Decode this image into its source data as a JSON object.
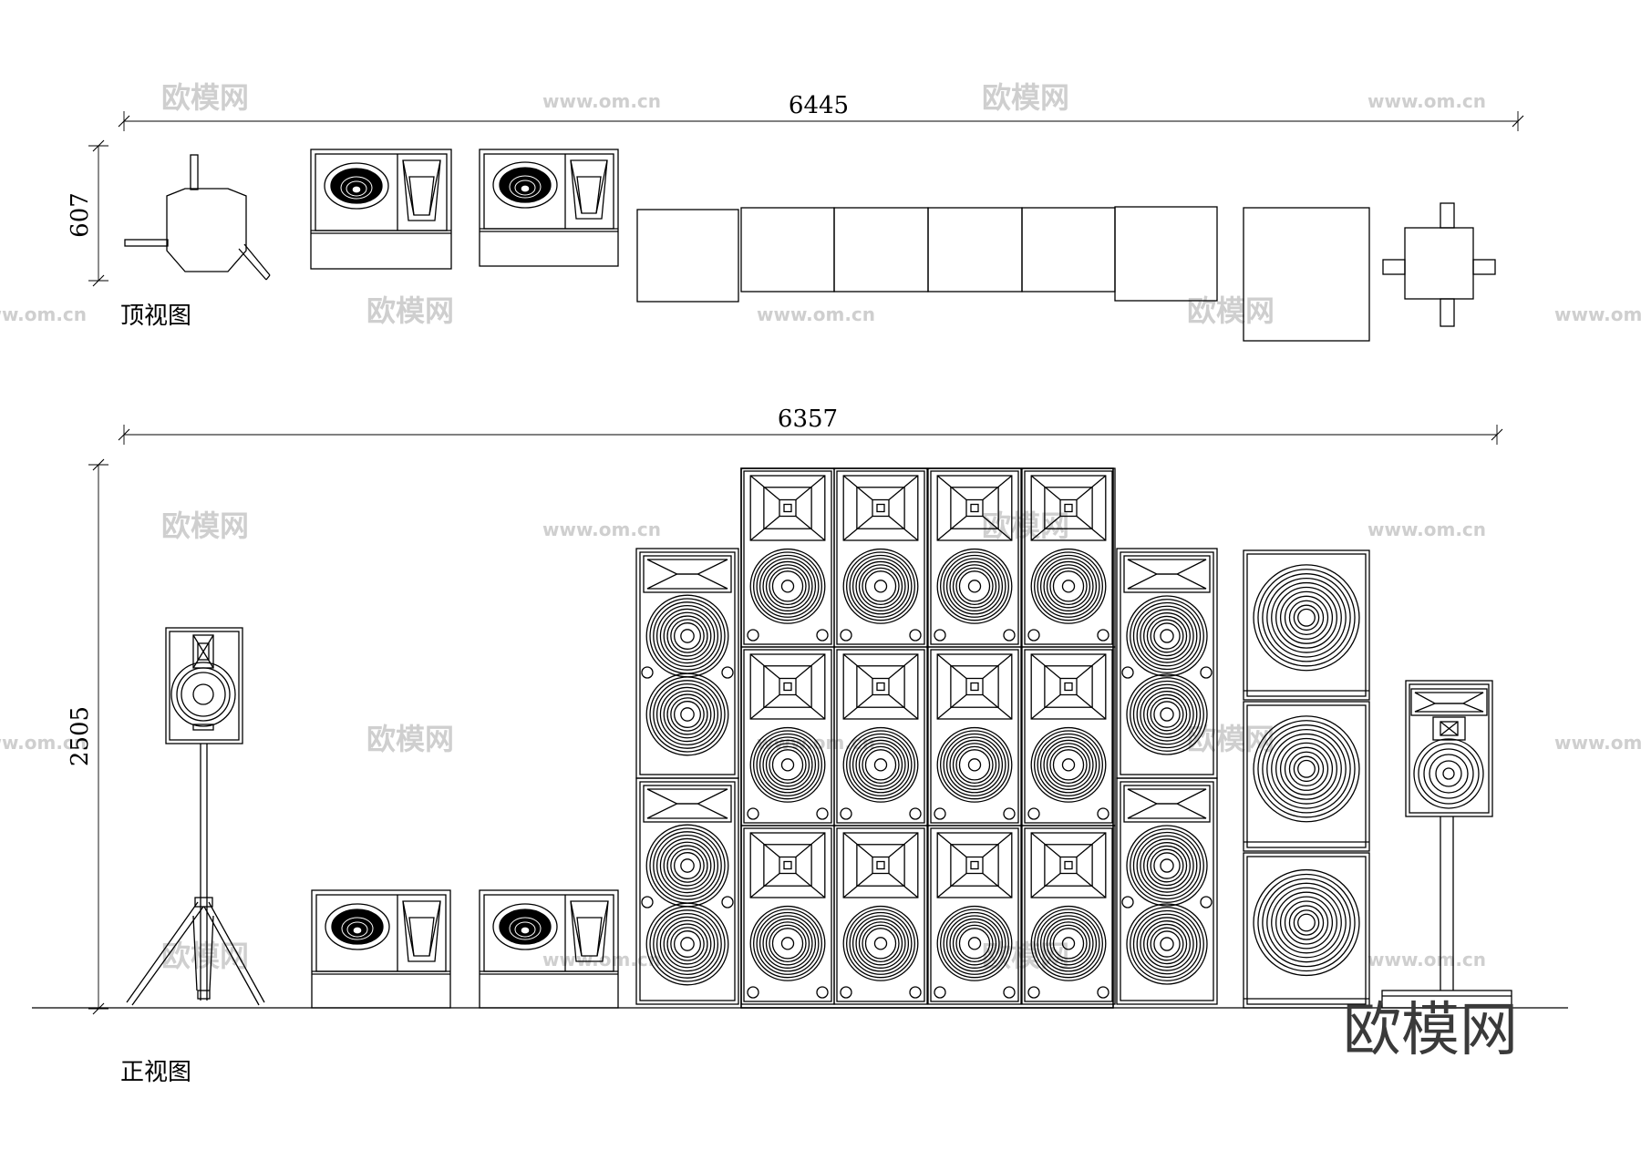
{
  "top_view": {
    "label": "顶视图",
    "width_dimension": "6445",
    "height_dimension": "607"
  },
  "front_view": {
    "label": "正视图",
    "width_dimension": "6357",
    "height_dimension": "2505"
  },
  "watermark": {
    "logo_text": "欧模网",
    "site_text": "www.om.cn",
    "corner_text": "欧模网"
  },
  "colors": {
    "line": "#000000",
    "watermark": "#cfcfcf",
    "corner_watermark": "#3a3a3a"
  }
}
